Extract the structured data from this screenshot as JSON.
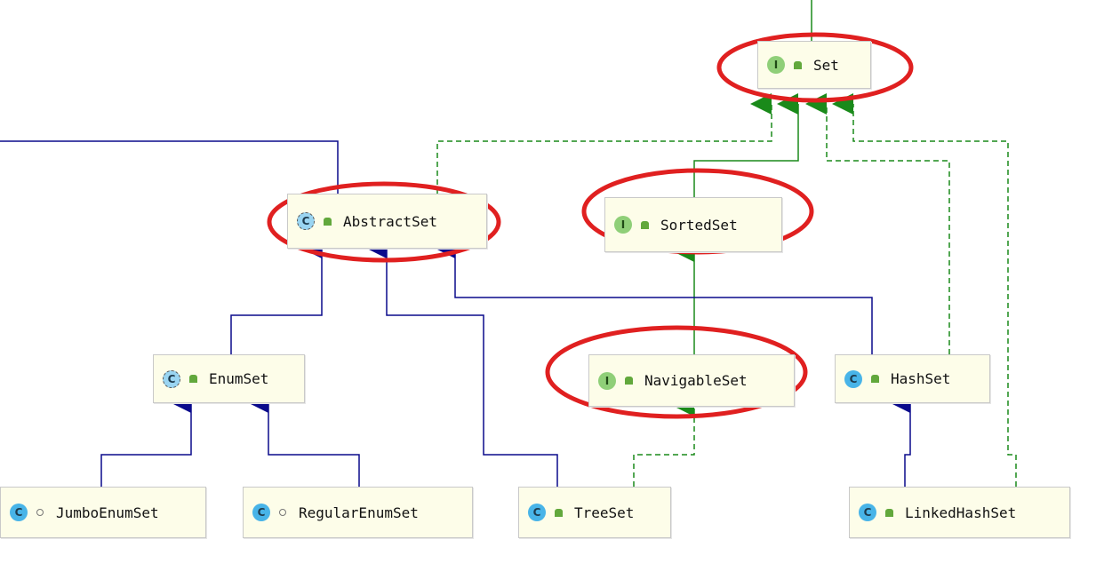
{
  "nodes": {
    "set": {
      "name": "Set",
      "kind": "interface",
      "badge": "I",
      "visibility": "public"
    },
    "abstract_set": {
      "name": "AbstractSet",
      "kind": "abstract",
      "badge": "C",
      "visibility": "public"
    },
    "sorted_set": {
      "name": "SortedSet",
      "kind": "interface",
      "badge": "I",
      "visibility": "public"
    },
    "enum_set": {
      "name": "EnumSet",
      "kind": "abstract",
      "badge": "C",
      "visibility": "public"
    },
    "navigable_set": {
      "name": "NavigableSet",
      "kind": "interface",
      "badge": "I",
      "visibility": "public"
    },
    "hash_set": {
      "name": "HashSet",
      "kind": "class",
      "badge": "C",
      "visibility": "public"
    },
    "jumbo_enum_set": {
      "name": "JumboEnumSet",
      "kind": "class",
      "badge": "C",
      "visibility": "package"
    },
    "regular_enum_set": {
      "name": "RegularEnumSet",
      "kind": "class",
      "badge": "C",
      "visibility": "package"
    },
    "tree_set": {
      "name": "TreeSet",
      "kind": "class",
      "badge": "C",
      "visibility": "public"
    },
    "linked_hash_set": {
      "name": "LinkedHashSet",
      "kind": "class",
      "badge": "C",
      "visibility": "public"
    }
  },
  "relations": [
    {
      "from": "abstract_set",
      "to": "set",
      "type": "implements"
    },
    {
      "from": "sorted_set",
      "to": "set",
      "type": "extends-interface"
    },
    {
      "from": "hash_set",
      "to": "set",
      "type": "implements"
    },
    {
      "from": "linked_hash_set",
      "to": "set",
      "type": "implements"
    },
    {
      "from": "navigable_set",
      "to": "sorted_set",
      "type": "extends-interface"
    },
    {
      "from": "tree_set",
      "to": "navigable_set",
      "type": "implements"
    },
    {
      "from": "enum_set",
      "to": "abstract_set",
      "type": "extends"
    },
    {
      "from": "tree_set",
      "to": "abstract_set",
      "type": "extends"
    },
    {
      "from": "hash_set",
      "to": "abstract_set",
      "type": "extends"
    },
    {
      "from": "jumbo_enum_set",
      "to": "enum_set",
      "type": "extends"
    },
    {
      "from": "regular_enum_set",
      "to": "enum_set",
      "type": "extends"
    },
    {
      "from": "linked_hash_set",
      "to": "hash_set",
      "type": "extends"
    }
  ],
  "highlighted": [
    "set",
    "abstract_set",
    "sorted_set",
    "navigable_set"
  ],
  "colors": {
    "extends": "#0a0a8c",
    "implements": "#1a8a1a",
    "highlight": "#e02020",
    "node_fill": "#fdfde9"
  }
}
